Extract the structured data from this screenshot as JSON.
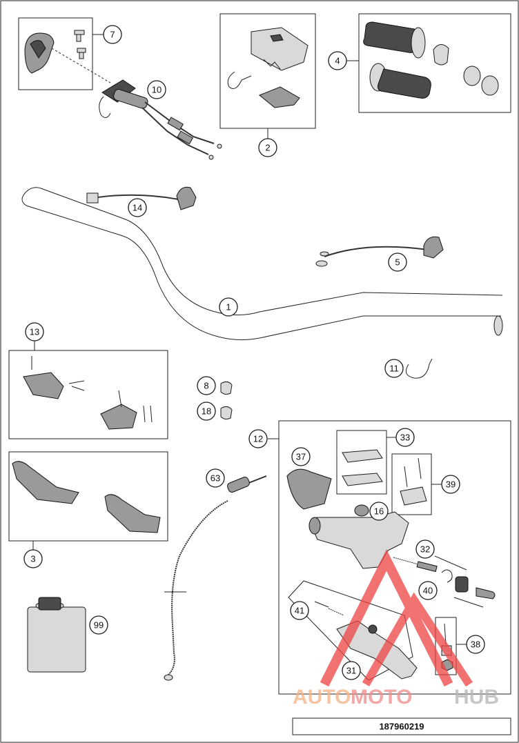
{
  "diagram_id": "187960219",
  "watermark": {
    "word_a": "AUTO",
    "word_b": "MOTO",
    "word_c": "HUB",
    "color_a": "#f5b183",
    "color_b": "#f08a8a",
    "color_c": "#b3b3b3",
    "triangle_color": "#ee4444"
  },
  "callouts": {
    "c7": "7",
    "c10": "10",
    "c2": "2",
    "c4": "4",
    "c14": "14",
    "c5": "5",
    "c1": "1",
    "c13": "13",
    "c11": "11",
    "c8": "8",
    "c18": "18",
    "c12": "12",
    "c33": "33",
    "c37": "37",
    "c39": "39",
    "c63": "63",
    "c16": "16",
    "c3": "3",
    "c32": "32",
    "c40": "40",
    "c41": "41",
    "c99": "99",
    "c38": "38",
    "c31": "31"
  }
}
